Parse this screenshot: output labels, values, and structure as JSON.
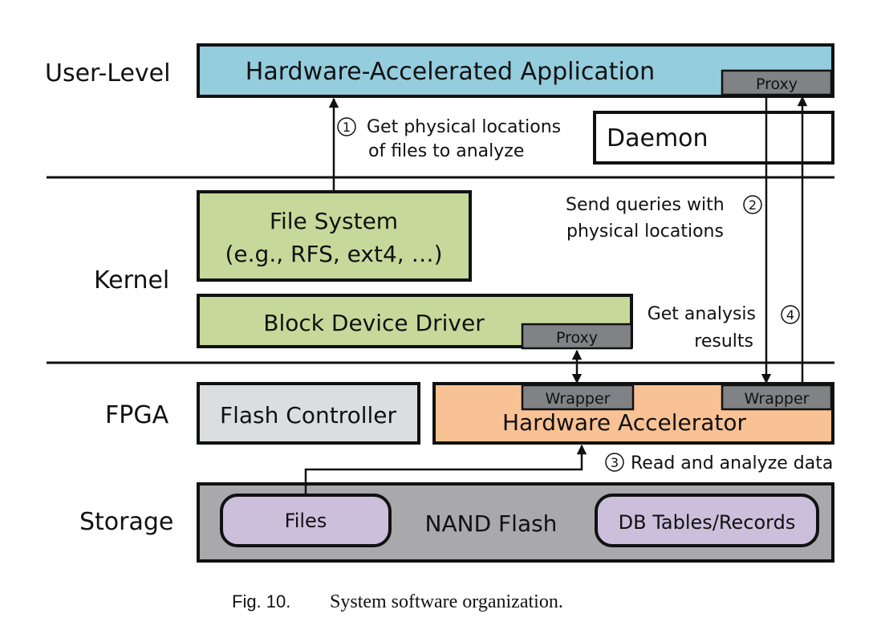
{
  "layers": {
    "user": "User-Level",
    "kernel": "Kernel",
    "fpga": "FPGA",
    "storage": "Storage"
  },
  "boxes": {
    "app": "Hardware-Accelerated Application",
    "app_proxy": "Proxy",
    "daemon": "Daemon",
    "fs_line1": "File System",
    "fs_line2": "(e.g., RFS, ext4, …)",
    "bdd": "Block Device Driver",
    "bdd_proxy": "Proxy",
    "flash_controller": "Flash Controller",
    "hw_accel": "Hardware Accelerator",
    "wrapper_left": "Wrapper",
    "wrapper_right": "Wrapper",
    "nand": "NAND Flash",
    "files": "Files",
    "db": "DB Tables/Records"
  },
  "steps": {
    "s1_num": "1",
    "s1_line1": "Get physical locations",
    "s1_line2": "of files to analyze",
    "s2_num": "2",
    "s2_line1": "Send queries with",
    "s2_line2": "physical locations",
    "s3_num": "3",
    "s3_text": "Read and analyze data",
    "s4_num": "4",
    "s4_line1": "Get analysis",
    "s4_line2": "results"
  },
  "caption": {
    "fig": "Fig. 10.",
    "text": "System software organization."
  },
  "colors": {
    "app": "#94cddd",
    "kernel_box": "#c6d99a",
    "proxy": "#808285",
    "flash_controller": "#dcdddf",
    "accelerator": "#f9c295",
    "nand": "#a9a9ab",
    "purple": "#cbbfdc"
  }
}
